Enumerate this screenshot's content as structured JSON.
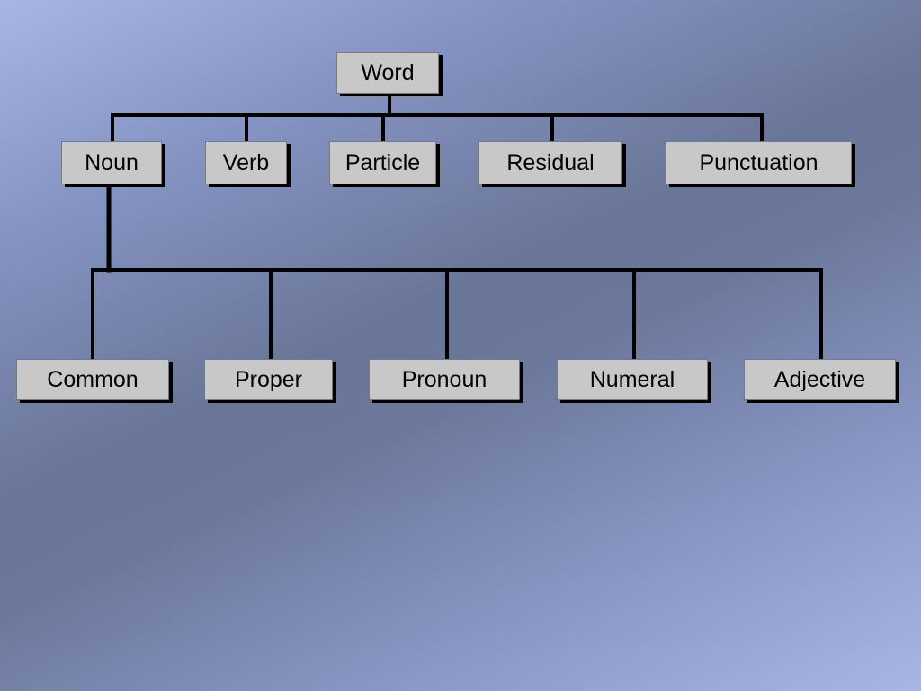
{
  "diagram": {
    "root": {
      "label": "Word"
    },
    "level1": [
      {
        "label": "Noun"
      },
      {
        "label": "Verb"
      },
      {
        "label": "Particle"
      },
      {
        "label": "Residual"
      },
      {
        "label": "Punctuation"
      }
    ],
    "level2": [
      {
        "label": "Common"
      },
      {
        "label": "Proper"
      },
      {
        "label": "Pronoun"
      },
      {
        "label": "Numeral"
      },
      {
        "label": "Adjective"
      }
    ]
  },
  "colors": {
    "node_fill": "#c8c8c8",
    "node_shadow": "#000000",
    "connector": "#000000",
    "background_light": "#a7b6e3",
    "background_dark": "#6a7697"
  }
}
